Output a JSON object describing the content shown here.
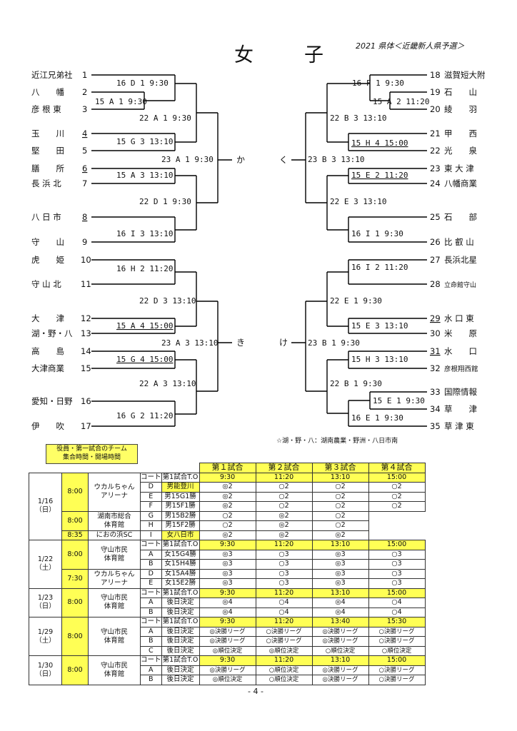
{
  "title": "女　子",
  "subtitle": "2021 県体＜近畿新人県予選＞",
  "left_teams": [
    {
      "name": "近江兄弟社",
      "no": "1"
    },
    {
      "name": "八　　幡",
      "no": "2"
    },
    {
      "name": "彦 根 東",
      "no": "3"
    },
    {
      "name": "玉　　川",
      "no": "4"
    },
    {
      "name": "堅　　田",
      "no": "5"
    },
    {
      "name": "膳　　所",
      "no": "6"
    },
    {
      "name": "長 浜 北",
      "no": "7"
    },
    {
      "name": "八 日 市",
      "no": "8"
    },
    {
      "name": "守　　山",
      "no": "9"
    },
    {
      "name": "虎　　姫",
      "no": "10"
    },
    {
      "name": "守 山 北",
      "no": "11"
    },
    {
      "name": "大　　津",
      "no": "12"
    },
    {
      "name": "湖・野・八",
      "no": "13"
    },
    {
      "name": "高　　島",
      "no": "14"
    },
    {
      "name": "大津商業",
      "no": "15"
    },
    {
      "name": "愛知・日野",
      "no": "16"
    },
    {
      "name": "伊　　吹",
      "no": "17"
    }
  ],
  "right_teams": [
    {
      "no": "18",
      "name": "滋賀短大附"
    },
    {
      "no": "19",
      "name": "石　　山"
    },
    {
      "no": "20",
      "name": "綾　　羽"
    },
    {
      "no": "21",
      "name": "甲　　西"
    },
    {
      "no": "22",
      "name": "光　　泉"
    },
    {
      "no": "23",
      "name": "東 大 津"
    },
    {
      "no": "24",
      "name": "八幡商業"
    },
    {
      "no": "25",
      "name": "石　　部"
    },
    {
      "no": "26",
      "name": "比 叡 山"
    },
    {
      "no": "27",
      "name": "長浜北星"
    },
    {
      "no": "28",
      "name": "立命館守山"
    },
    {
      "no": "29",
      "name": "水 口 東"
    },
    {
      "no": "30",
      "name": "米　　原"
    },
    {
      "no": "31",
      "name": "水　　口"
    },
    {
      "no": "32",
      "name": "彦根翔西館"
    },
    {
      "no": "33",
      "name": "国際情報"
    },
    {
      "no": "34",
      "name": "草　　津"
    },
    {
      "no": "35",
      "name": "草 津 東"
    }
  ],
  "left_matches": [
    {
      "text": "16 D 1 9:30"
    },
    {
      "text": "15 A 1 9:30"
    },
    {
      "text": "22 A 1 9:30"
    },
    {
      "text": "15 G 3 13:10"
    },
    {
      "text": "23 A 1 9:30"
    },
    {
      "text": "15 A 3 13:10"
    },
    {
      "text": "22 D 1 9:30"
    },
    {
      "text": "16 I 3 13:10"
    },
    {
      "text": "16 H 2 11:20"
    },
    {
      "text": "22 D 3 13:10"
    },
    {
      "text": "15 A 4 15:00"
    },
    {
      "text": "23 A 3 13:10"
    },
    {
      "text": "15 G 4 15:00"
    },
    {
      "text": "22 A 3 13:10"
    },
    {
      "text": "16 G 2 11:20"
    }
  ],
  "right_matches": [
    {
      "text": "16 F 1 9:30"
    },
    {
      "text": "15 A 2 11:20"
    },
    {
      "text": "22 B 3 13:10"
    },
    {
      "text": "15 H 4 15:00"
    },
    {
      "text": "23 B 3 13:10"
    },
    {
      "text": "15 E 2 11:20"
    },
    {
      "text": "22 E 3 13:10"
    },
    {
      "text": "16 I 1 9:30"
    },
    {
      "text": "16 I 2 11:20"
    },
    {
      "text": "22 E 1 9:30"
    },
    {
      "text": "15 E 3 13:10"
    },
    {
      "text": "23 B 1 9:30"
    },
    {
      "text": "15 H 3 13:10"
    },
    {
      "text": "22 B 1 9:30"
    },
    {
      "text": "15 E 1 9:30"
    },
    {
      "text": "16 E 1 9:30"
    }
  ],
  "final_labels": {
    "ka": "か",
    "ku": "く",
    "ki": "き",
    "ke": "け"
  },
  "note": "☆湖・野・八：湖南農業・野洲・八日市南",
  "legend": {
    "line1": "役員・第一試合のチーム",
    "line2": "集合時間・開場時間"
  },
  "schedule": {
    "headers": [
      "第１試合",
      "第２試合",
      "第３試合",
      "第４試合"
    ],
    "court_label": "コート",
    "first_label": "第1試合T.O",
    "days": [
      {
        "date": "1/16",
        "dow": "（日）",
        "venues": [
          {
            "time": "8:00",
            "name1": "ウカルちゃん",
            "name2": "アリーナ",
            "rows": [
              [
                "D",
                "男能登川",
                "◎2",
                "○2",
                "○2",
                "○2"
              ],
              [
                "E",
                "男15G1勝",
                "◎2",
                "○2",
                "○2",
                "○2"
              ],
              [
                "F",
                "男15F1勝",
                "◎2",
                "○2",
                "○2",
                "○2"
              ]
            ]
          },
          {
            "time": "8:00",
            "name1": "湖南市総合",
            "name2": "体育館",
            "rows": [
              [
                "G",
                "男15B2勝",
                "○2",
                "◎2",
                "○2"
              ],
              [
                "H",
                "男15F2勝",
                "○2",
                "◎2",
                "○2"
              ]
            ]
          },
          {
            "time": "8:35",
            "name1": "におの浜SC",
            "name2": "",
            "rows": [
              [
                "I",
                "女八日市",
                "◎2",
                "◎2",
                "◎2"
              ]
            ]
          }
        ],
        "times": [
          "9:30",
          "11:20",
          "13:10",
          "15:00"
        ]
      },
      {
        "date": "1/22",
        "dow": "（土）",
        "venues": [
          {
            "time": "8:00",
            "name1": "守山市民",
            "name2": "体育館",
            "rows": [
              [
                "A",
                "女15G4勝",
                "◎3",
                "○3",
                "◎3",
                "○3"
              ],
              [
                "B",
                "女15H4勝",
                "◎3",
                "○3",
                "◎3",
                "○3"
              ]
            ]
          },
          {
            "time": "7:30",
            "name1": "ウカルちゃん",
            "name2": "アリーナ",
            "rows": [
              [
                "D",
                "女15A4勝",
                "◎3",
                "○3",
                "◎3",
                "○3"
              ],
              [
                "E",
                "女15E2勝",
                "◎3",
                "○3",
                "◎3",
                "○3"
              ]
            ]
          }
        ],
        "times": [
          "9:30",
          "11:20",
          "13:10",
          "15:00"
        ]
      },
      {
        "date": "1/23",
        "dow": "（日）",
        "venues": [
          {
            "time": "8:00",
            "name1": "守山市民",
            "name2": "体育館",
            "rows": [
              [
                "A",
                "後日決定",
                "◎4",
                "○4",
                "◎4",
                "○4"
              ],
              [
                "B",
                "後日決定",
                "◎4",
                "○4",
                "◎4",
                "○4"
              ]
            ]
          }
        ],
        "times": [
          "9:30",
          "11:20",
          "13:10",
          "15:00"
        ]
      },
      {
        "date": "1/29",
        "dow": "（土）",
        "venues": [
          {
            "time": "8:00",
            "name1": "守山市民",
            "name2": "体育館",
            "rows": [
              [
                "A",
                "後日決定",
                "◎決勝リーグ",
                "○決勝リーグ",
                "◎決勝リーグ",
                "○決勝リーグ"
              ],
              [
                "B",
                "後日決定",
                "◎決勝リーグ",
                "○決勝リーグ",
                "◎決勝リーグ",
                "○決勝リーグ"
              ],
              [
                "C",
                "後日決定",
                "◎順位決定",
                "◎順位決定",
                "○順位決定",
                "○順位決定"
              ]
            ]
          }
        ],
        "times": [
          "9:30",
          "11:20",
          "13:40",
          "15:30"
        ]
      },
      {
        "date": "1/30",
        "dow": "（日）",
        "venues": [
          {
            "time": "8:00",
            "name1": "守山市民",
            "name2": "体育館",
            "rows": [
              [
                "A",
                "後日決定",
                "◎決勝リーグ",
                "○順位決定",
                "◎決勝リーグ",
                "○決勝リーグ"
              ],
              [
                "B",
                "後日決定",
                "◎順位決定",
                "○順位決定",
                "◎決勝リーグ",
                "○決勝リーグ"
              ]
            ]
          }
        ],
        "times": [
          "9:30",
          "11:20",
          "13:10",
          "15:00"
        ]
      }
    ]
  },
  "page": "- 4 -"
}
